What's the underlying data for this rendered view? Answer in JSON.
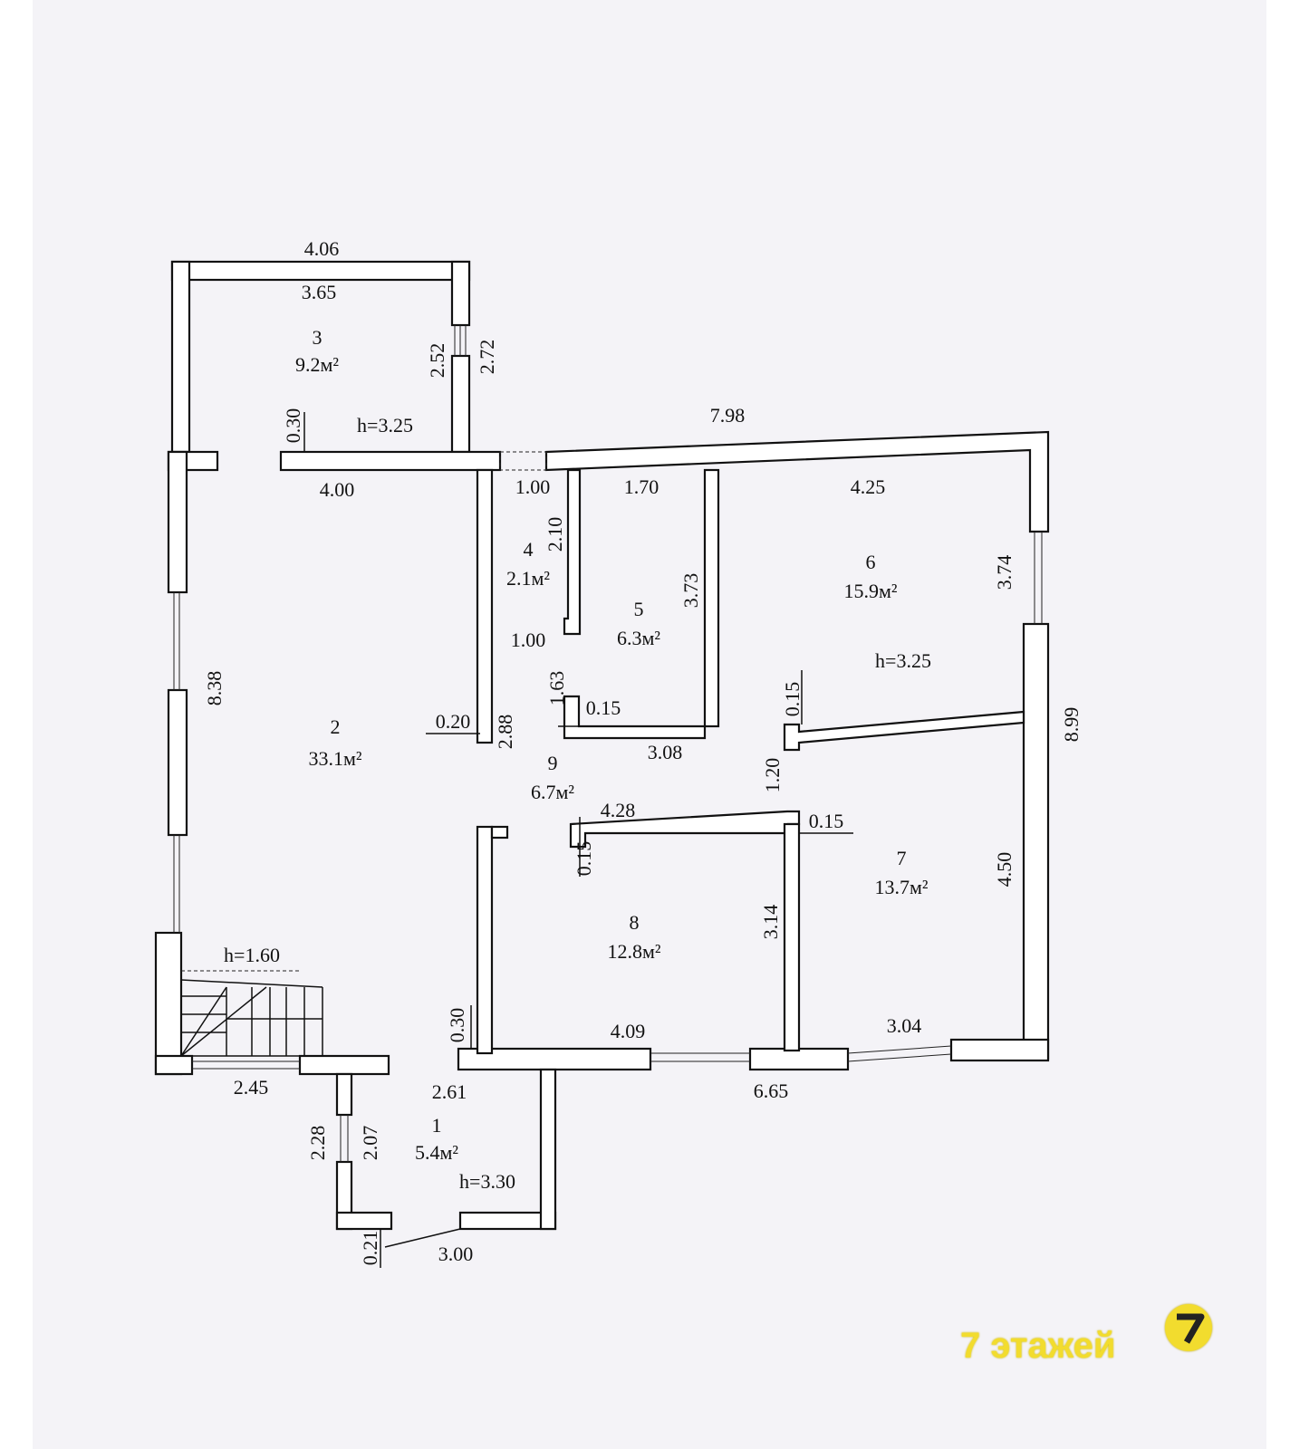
{
  "floor_plan": {
    "rooms": [
      {
        "id": "1",
        "area": "5.4м²",
        "height": "h=3.30"
      },
      {
        "id": "2",
        "area": "33.1м²"
      },
      {
        "id": "3",
        "area": "9.2м²",
        "height": "h=3.25"
      },
      {
        "id": "4",
        "area": "2.1м²"
      },
      {
        "id": "5",
        "area": "6.3м²"
      },
      {
        "id": "6",
        "area": "15.9м²",
        "height": "h=3.25"
      },
      {
        "id": "7",
        "area": "13.7м²"
      },
      {
        "id": "8",
        "area": "12.8м²"
      },
      {
        "id": "9",
        "area": "6.7м²"
      }
    ],
    "stair_height": "h=1.60",
    "dimensions_horizontal": [
      "4.06",
      "3.65",
      "7.98",
      "4.00",
      "1.00",
      "1.70",
      "4.25",
      "1.00",
      "0.20",
      "0.15",
      "3.08",
      "4.28",
      "0.15",
      "4.09",
      "3.04",
      "2.45",
      "2.61",
      "6.65",
      "3.00"
    ],
    "dimensions_vertical": [
      "2.52",
      "2.72",
      "0.30",
      "2.10",
      "3.73",
      "3.74",
      "8.38",
      "1.63",
      "0.15",
      "2.88",
      "1.20",
      "8.99",
      "0.15",
      "4.50",
      "3.14",
      "0.30",
      "2.28",
      "2.07",
      "0.21"
    ]
  },
  "watermark": {
    "text": "7 этажей",
    "logo_icon": "seven-circle-icon",
    "color": "#f2dc2e"
  }
}
